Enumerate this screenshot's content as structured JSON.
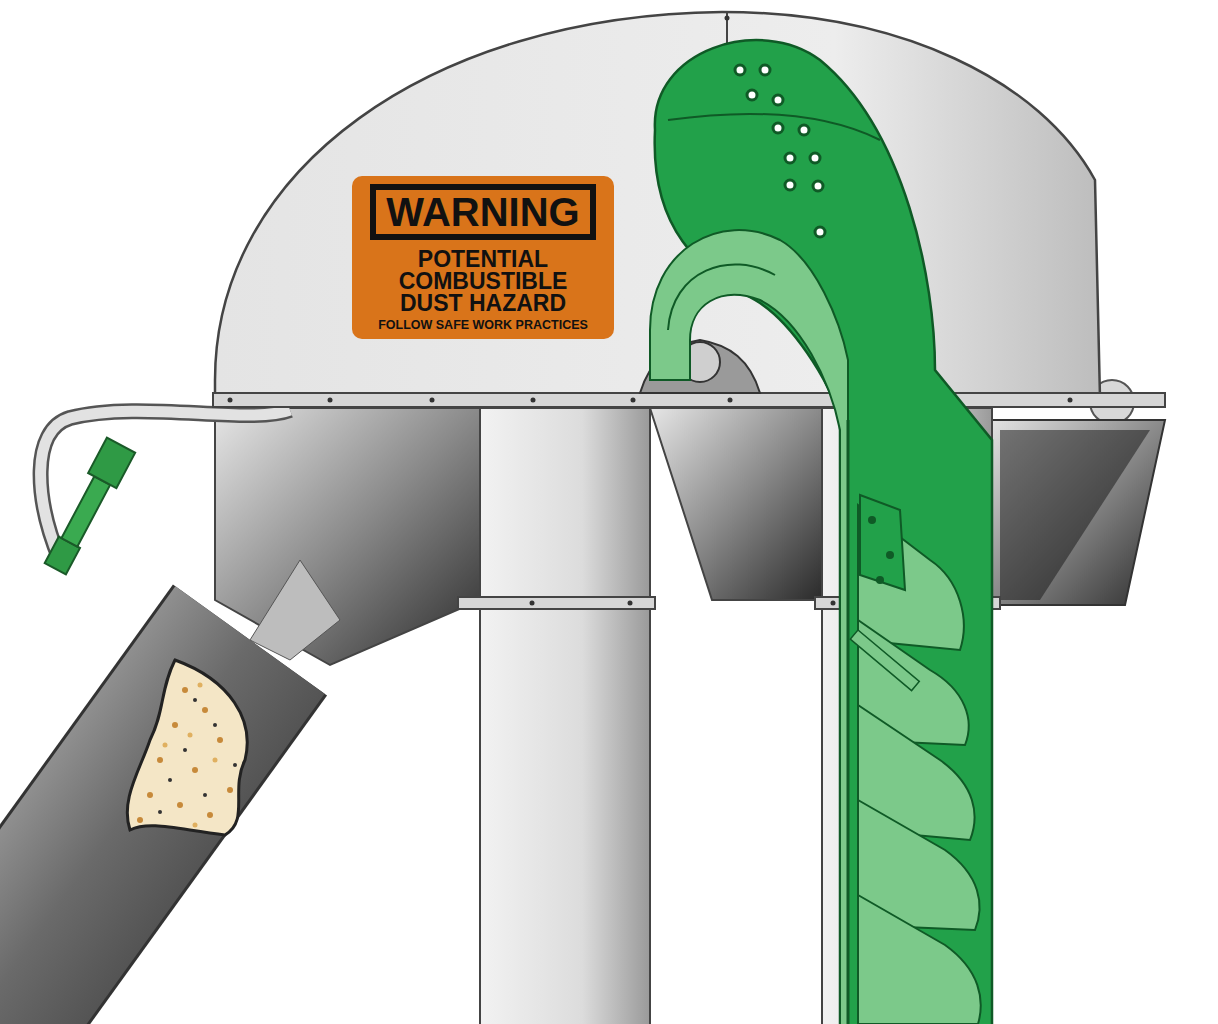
{
  "diagram": {
    "nodes": [
      {
        "text": [
          "WARNING",
          "POTENTIAL COMBUSTIBLE DUST HAZARD",
          "FOLLOW SAFE WORK PRACTICES"
        ]
      }
    ]
  }
}
